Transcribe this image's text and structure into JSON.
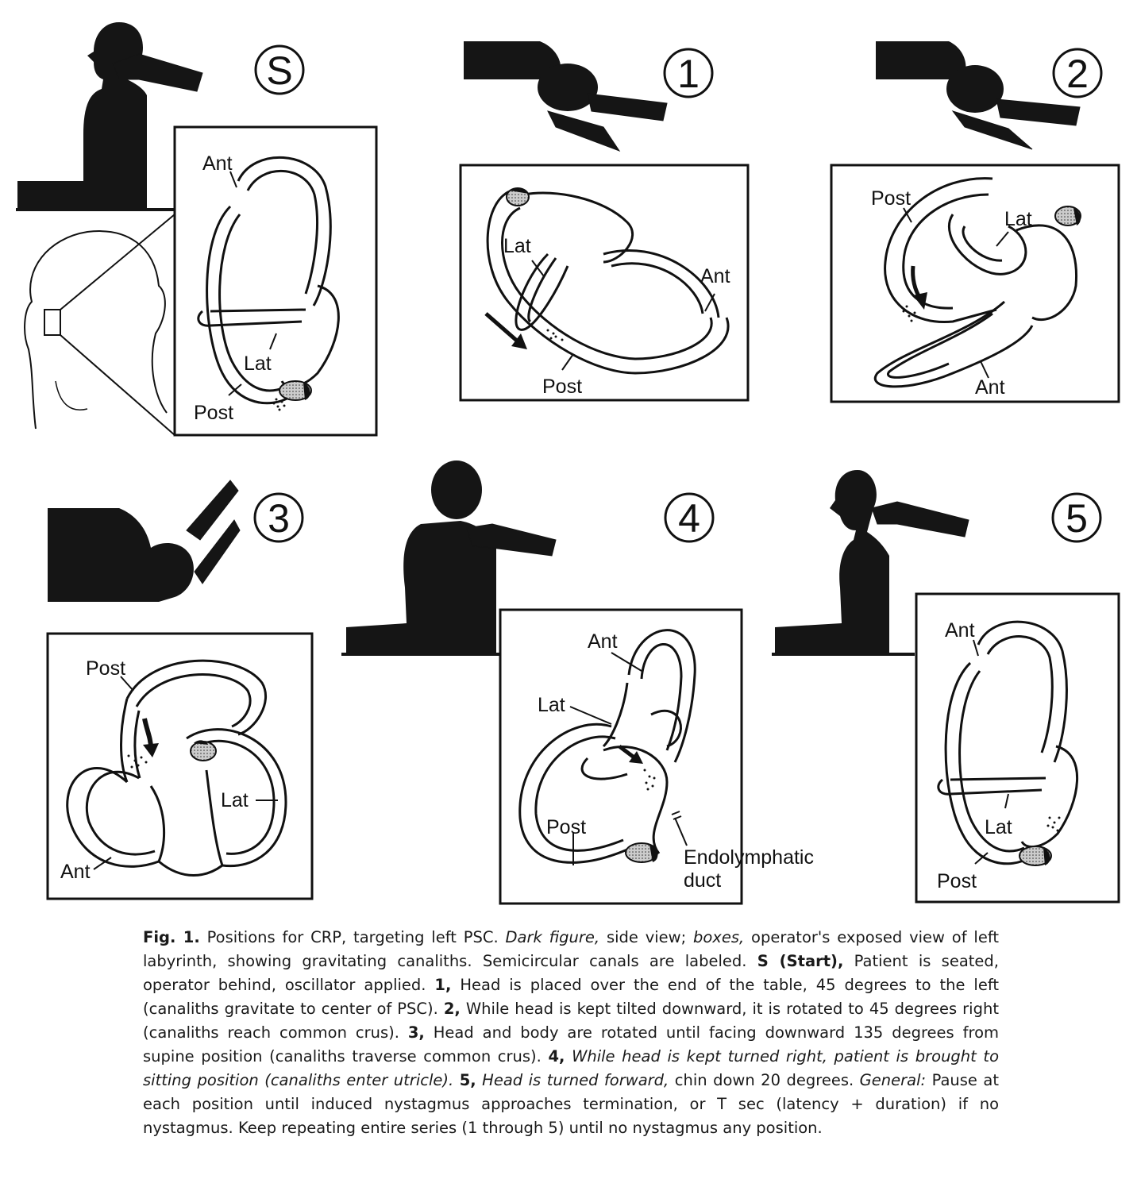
{
  "panels": {
    "S": {
      "marker": "S",
      "labels": {
        "ant": "Ant",
        "lat": "Lat",
        "post": "Post"
      }
    },
    "p1": {
      "marker": "1",
      "labels": {
        "lat": "Lat",
        "ant": "Ant",
        "post": "Post"
      }
    },
    "p2": {
      "marker": "2",
      "labels": {
        "post": "Post",
        "lat": "Lat",
        "ant": "Ant"
      }
    },
    "p3": {
      "marker": "3",
      "labels": {
        "post": "Post",
        "lat": "Lat",
        "ant": "Ant"
      }
    },
    "p4": {
      "marker": "4",
      "labels": {
        "ant": "Ant",
        "lat": "Lat",
        "post": "Post",
        "duct_line1": "Endolymphatic",
        "duct_line2": "duct"
      }
    },
    "p5": {
      "marker": "5",
      "labels": {
        "ant": "Ant",
        "lat": "Lat",
        "post": "Post"
      }
    }
  },
  "caption": {
    "fig_label": "Fig. 1.",
    "t1": " Positions for CRP, targeting left PSC. ",
    "i1": "Dark figure,",
    "t2": " side view; ",
    "i2": "boxes,",
    "t3": " operator's exposed view of left labyrinth, showing gravitating canaliths. Semicircular canals are labeled. ",
    "b1": "S (Start),",
    "t4": " Patient is seated, operator behind, oscillator applied. ",
    "b2": "1,",
    "t5": " Head is placed over the end of the table, 45 degrees to the left (canaliths gravitate to center of PSC). ",
    "b3": "2,",
    "t6": " While head is kept tilted downward, it is rotated to 45 degrees right (canaliths reach common crus). ",
    "b4": "3,",
    "t7": " Head and body are rotated until facing downward 135 degrees from supine position (canaliths traverse common crus). ",
    "b5": "4,",
    "i3": " While head is kept turned right, patient is brought to sitting position (canaliths enter utricle). ",
    "b6": "5,",
    "i4": " Head is turned forward,",
    "t8": " chin down 20 degrees. ",
    "i5": "General:",
    "t9": " Pause at each position until induced nystagmus approaches termination, or T sec (latency + duration) if no nystagmus. Keep repeating entire series (1 through 5) until no nystagmus any position."
  }
}
